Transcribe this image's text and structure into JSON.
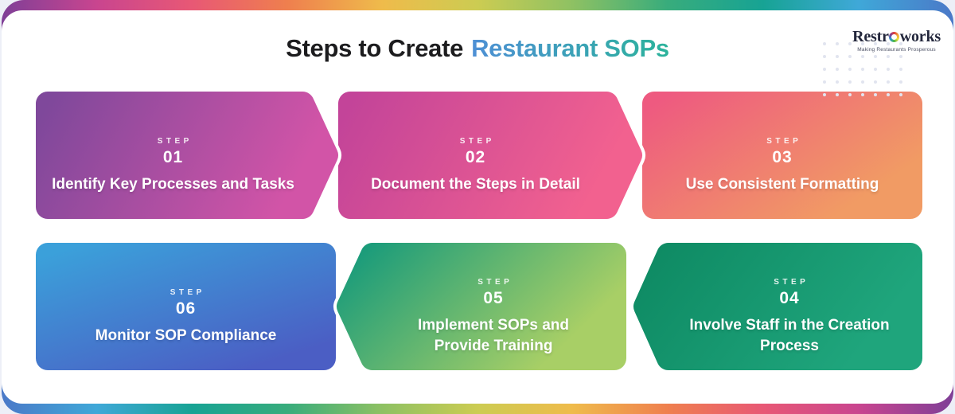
{
  "header": {
    "title_black": "Steps to Create",
    "title_accent": "Restaurant SOPs",
    "accent_gradient": [
      "#4E8FD5",
      "#2BB39B"
    ]
  },
  "logo": {
    "name_prefix": "Restr",
    "name_suffix": "works",
    "tagline": "Making Restaurants Prosperous"
  },
  "steps": [
    {
      "kicker": "STEP",
      "number": "01",
      "title": "Identify Key Processes and Tasks",
      "colors": [
        "#7F489B",
        "#D254A7"
      ]
    },
    {
      "kicker": "STEP",
      "number": "02",
      "title": "Document the Steps in Detail",
      "colors": [
        "#C34499",
        "#F2618F"
      ]
    },
    {
      "kicker": "STEP",
      "number": "03",
      "title": "Use Consistent Formatting",
      "colors": [
        "#EE5A80",
        "#F19B64"
      ]
    },
    {
      "kicker": "STEP",
      "number": "04",
      "title": "Involve Staff in the Creation Process",
      "colors": [
        "#0E8A63",
        "#1FA57C"
      ]
    },
    {
      "kicker": "STEP",
      "number": "05",
      "title": "Implement SOPs and Provide Training",
      "colors": [
        "#169A7B",
        "#A8CF66"
      ]
    },
    {
      "kicker": "STEP",
      "number": "06",
      "title": "Monitor SOP Compliance",
      "colors": [
        "#3BA0DA",
        "#4B5EC4"
      ]
    }
  ],
  "border_rainbow": [
    "#7F3F97",
    "#C9458F",
    "#E85875",
    "#EF7F4E",
    "#EFBB4B",
    "#CCCC52",
    "#8EC163",
    "#38AC7C",
    "#17A394",
    "#3FA8D8",
    "#4B79C8"
  ]
}
